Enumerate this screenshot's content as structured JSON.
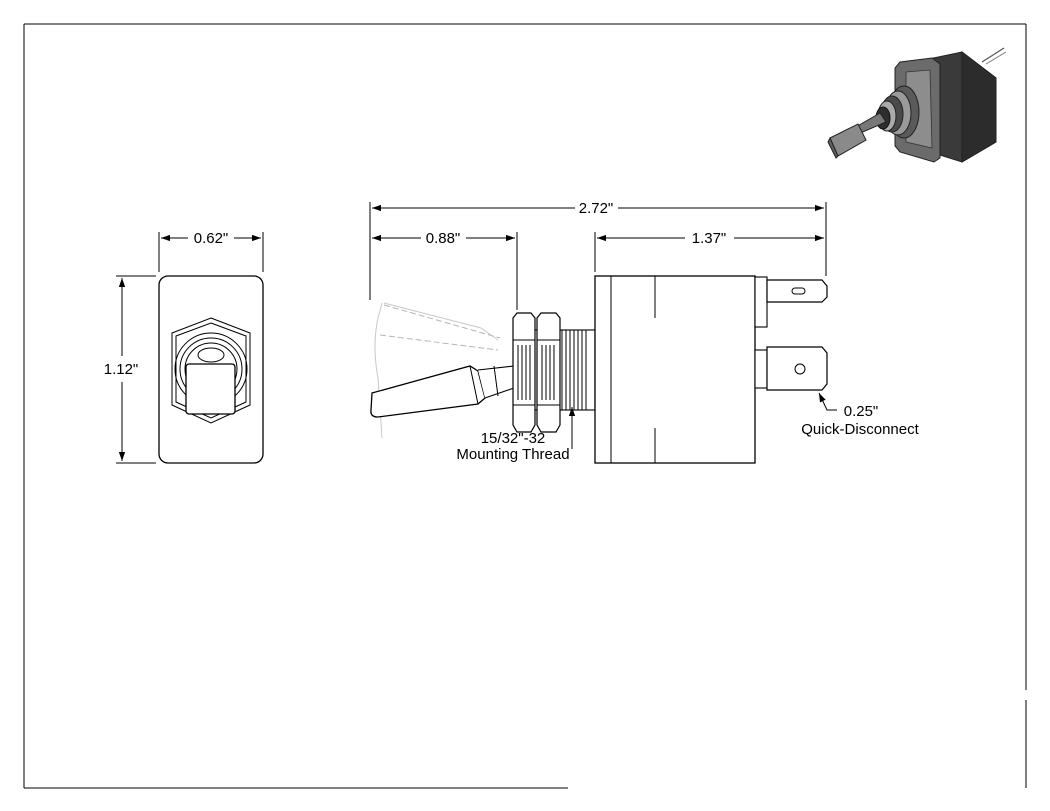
{
  "dimensions": {
    "width_front": "0.62\"",
    "height_front": "1.12\"",
    "overall_length": "2.72\"",
    "lever_to_bushing": "0.88\"",
    "body_length": "1.37\""
  },
  "callouts": {
    "thread_size": "15/32\"-32",
    "thread_desc": "Mounting Thread",
    "terminal_size": "0.25\"",
    "terminal_desc": "Quick-Disconnect"
  },
  "colors": {
    "line": "#000000",
    "ghost_line": "#b5b5b5",
    "iso_body_dark": "#3a3a3a",
    "iso_body_mid": "#6b6b6b",
    "iso_lever": "#8a8a8a"
  }
}
